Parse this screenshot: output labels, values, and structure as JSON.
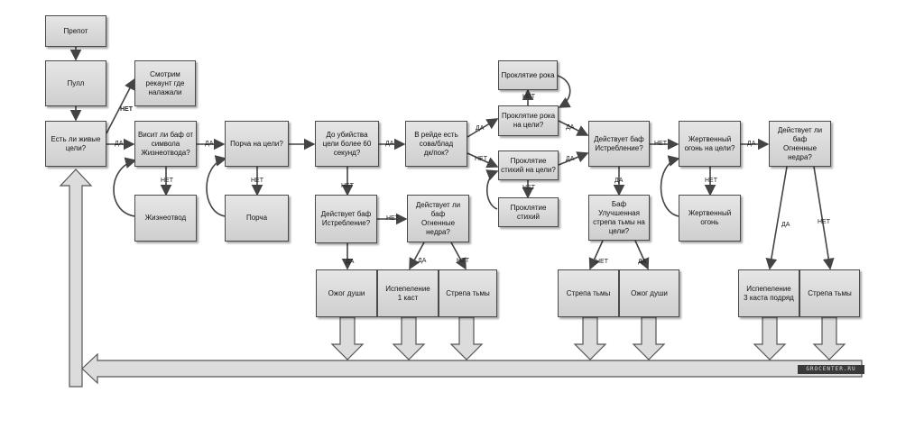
{
  "nodes": {
    "prepot": "Препот",
    "pull": "Пулл",
    "alive": "Есть ли живые\nцели?",
    "recount": "Смотрим\nрекаунт где\nналажали",
    "buff_zhiz": "Висит ли баф от\nсимвола\nЖизнеотвода?",
    "zhiznеotvod": "Жизнеотвод",
    "porcha_q": "Порча на цели?",
    "porcha": "Порча",
    "kill60": "До убийства\nцели более 60\nсекунд?",
    "istreb_q1": "Действует баф\nИстребление?",
    "ognen_q1": "Действует ли баф\nОгненные\nнедра?",
    "raid": "В рейде есть\nсова/блад\nдк/пок?",
    "rok": "Проклятие рока",
    "rok_q": "Проклятие рока\nна цели?",
    "stih_q": "Проклятие\nстихий на цели?",
    "stih": "Проклятие\nстихий",
    "istreb_q2": "Действует баф\nИстребление?",
    "uluch_q": "Баф\nУлучшенная\nстрепа тьмы на\nцели?",
    "zhertv_q": "Жертвенный\nогонь на цели?",
    "zhertv": "Жертвенный\nогонь",
    "ognen_q2": "Действует ли баф\nОгненные\nнедра?",
    "ozhog1": "Ожог души",
    "ispep1": "Испепеление\n1 каст",
    "strela1": "Стрепа тьмы",
    "strela2": "Стрепа тьмы",
    "ozhog2": "Ожог души",
    "ispep3": "Испепеление\n3 каста подряд",
    "strela3": "Стрепа тьмы"
  },
  "labels": {
    "yes": "ДА",
    "no": "НЕТ"
  },
  "watermark": "GROCENTER.RU"
}
